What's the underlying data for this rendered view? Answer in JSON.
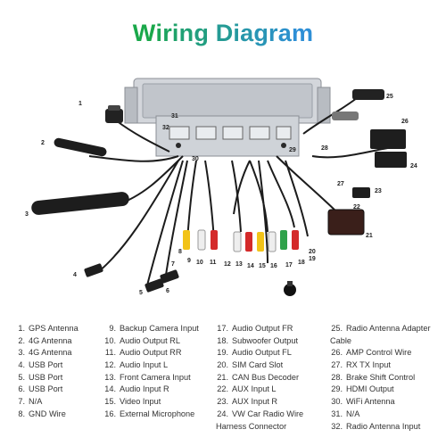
{
  "title": {
    "text": "Wiring Diagram",
    "gradient": [
      "#1aa84a",
      "#2e8fd6"
    ]
  },
  "legend": {
    "columns": [
      [
        {
          "n": "1.",
          "label": "GPS Antenna"
        },
        {
          "n": "2.",
          "label": "4G Antenna"
        },
        {
          "n": "3.",
          "label": "4G Antenna"
        },
        {
          "n": "4.",
          "label": "USB Port"
        },
        {
          "n": "5.",
          "label": "USB Port"
        },
        {
          "n": "6.",
          "label": "USB Port"
        },
        {
          "n": "7.",
          "label": "N/A"
        },
        {
          "n": "8.",
          "label": "GND Wire"
        }
      ],
      [
        {
          "n": "9.",
          "label": "Backup Camera Input"
        },
        {
          "n": "10.",
          "label": "Audio Output RL"
        },
        {
          "n": "11.",
          "label": "Audio Output RR"
        },
        {
          "n": "12.",
          "label": "Audio Input L"
        },
        {
          "n": "13.",
          "label": "Front Camera Input"
        },
        {
          "n": "14.",
          "label": "Audio Input R"
        },
        {
          "n": "15.",
          "label": "Video Input"
        },
        {
          "n": "16.",
          "label": "External Microphone"
        }
      ],
      [
        {
          "n": "17.",
          "label": "Audio Output FR"
        },
        {
          "n": "18.",
          "label": "Subwoofer Output"
        },
        {
          "n": "19.",
          "label": "Audio Output FL"
        },
        {
          "n": "20.",
          "label": "SIM Card Slot"
        },
        {
          "n": "21.",
          "label": "CAN Bus Decoder"
        },
        {
          "n": "22.",
          "label": "AUX Input L"
        },
        {
          "n": "23.",
          "label": "AUX Input R"
        },
        {
          "n": "24.",
          "label": "VW Car Radio Wire",
          "cont": "Harness Connector"
        }
      ],
      [
        {
          "n": "25.",
          "label": "Radio Antenna Adapter",
          "cont": "Cable"
        },
        {
          "n": "26.",
          "label": "AMP Control Wire"
        },
        {
          "n": "27.",
          "label": "RX TX Input"
        },
        {
          "n": "28.",
          "label": "Brake Shift Control"
        },
        {
          "n": "29.",
          "label": "HDMI Output"
        },
        {
          "n": "30.",
          "label": "WiFi Antenna"
        },
        {
          "n": "31.",
          "label": "N/A"
        },
        {
          "n": "32.",
          "label": "Radio Antenna Input"
        }
      ]
    ]
  },
  "callouts": [
    "1",
    "2",
    "3",
    "4",
    "5",
    "6",
    "7",
    "8",
    "9",
    "10",
    "11",
    "12",
    "13",
    "14",
    "15",
    "16",
    "17",
    "18",
    "19",
    "20",
    "21",
    "22",
    "23",
    "24",
    "25",
    "26",
    "27",
    "28",
    "29",
    "30",
    "31",
    "32"
  ],
  "colors": {
    "rca_red": "#d42a2a",
    "rca_white": "#eeeeee",
    "rca_yellow": "#f2c318",
    "rca_green": "#2fa24a",
    "cable": "#1c1c1c",
    "unit_metal": "#c8ccd2"
  }
}
